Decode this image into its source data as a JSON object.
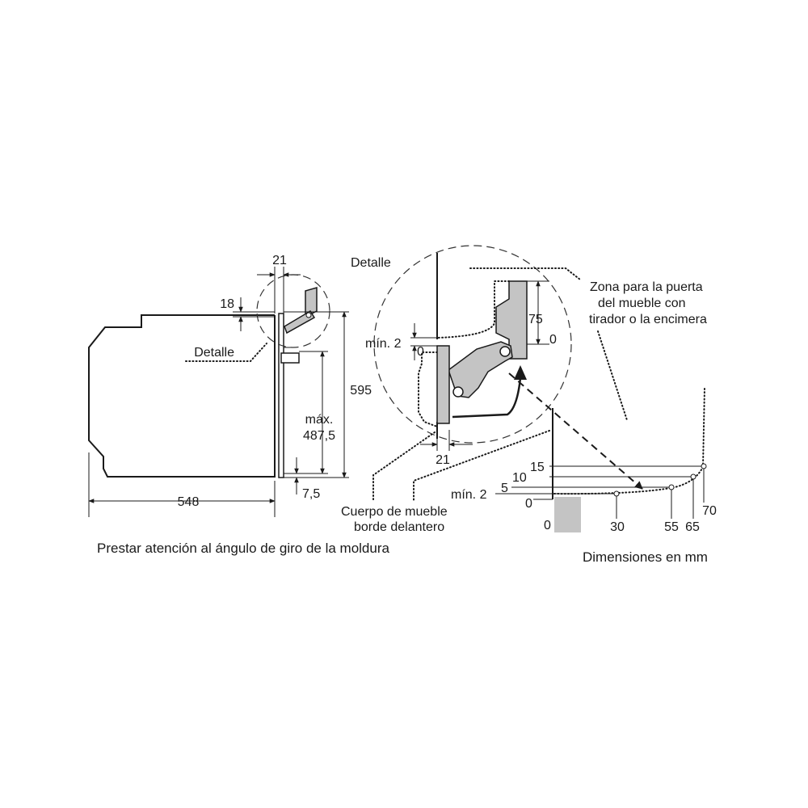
{
  "labels": {
    "dim_21_top": "21",
    "dim_18": "18",
    "detalle_left": "Detalle",
    "dim_595": "595",
    "max": "máx.",
    "dim_487_5": "487,5",
    "dim_548": "548",
    "dim_7_5": "7,5",
    "detalle_detail": "Detalle",
    "min2_detail": "mín. 2",
    "zero_detail": "0",
    "dim_75": "75",
    "zero_right_detail": "0",
    "dim_21_detail": "21",
    "zone_line1": "Zona para la puerta",
    "zone_line2": "del mueble con",
    "zone_line3": "tirador o la encimera",
    "cuerpo_line1": "Cuerpo de mueble",
    "cuerpo_line2": "borde delantero",
    "graph_15": "15",
    "graph_10": "10",
    "graph_5": "5",
    "graph_min2": "mín. 2",
    "graph_0_left": "0",
    "graph_0_bottom": "0",
    "graph_30": "30",
    "graph_55": "55",
    "graph_65": "65",
    "graph_70": "70",
    "caption_left": "Prestar atención al ángulo de giro de la moldura",
    "caption_right": "Dimensiones en mm"
  }
}
